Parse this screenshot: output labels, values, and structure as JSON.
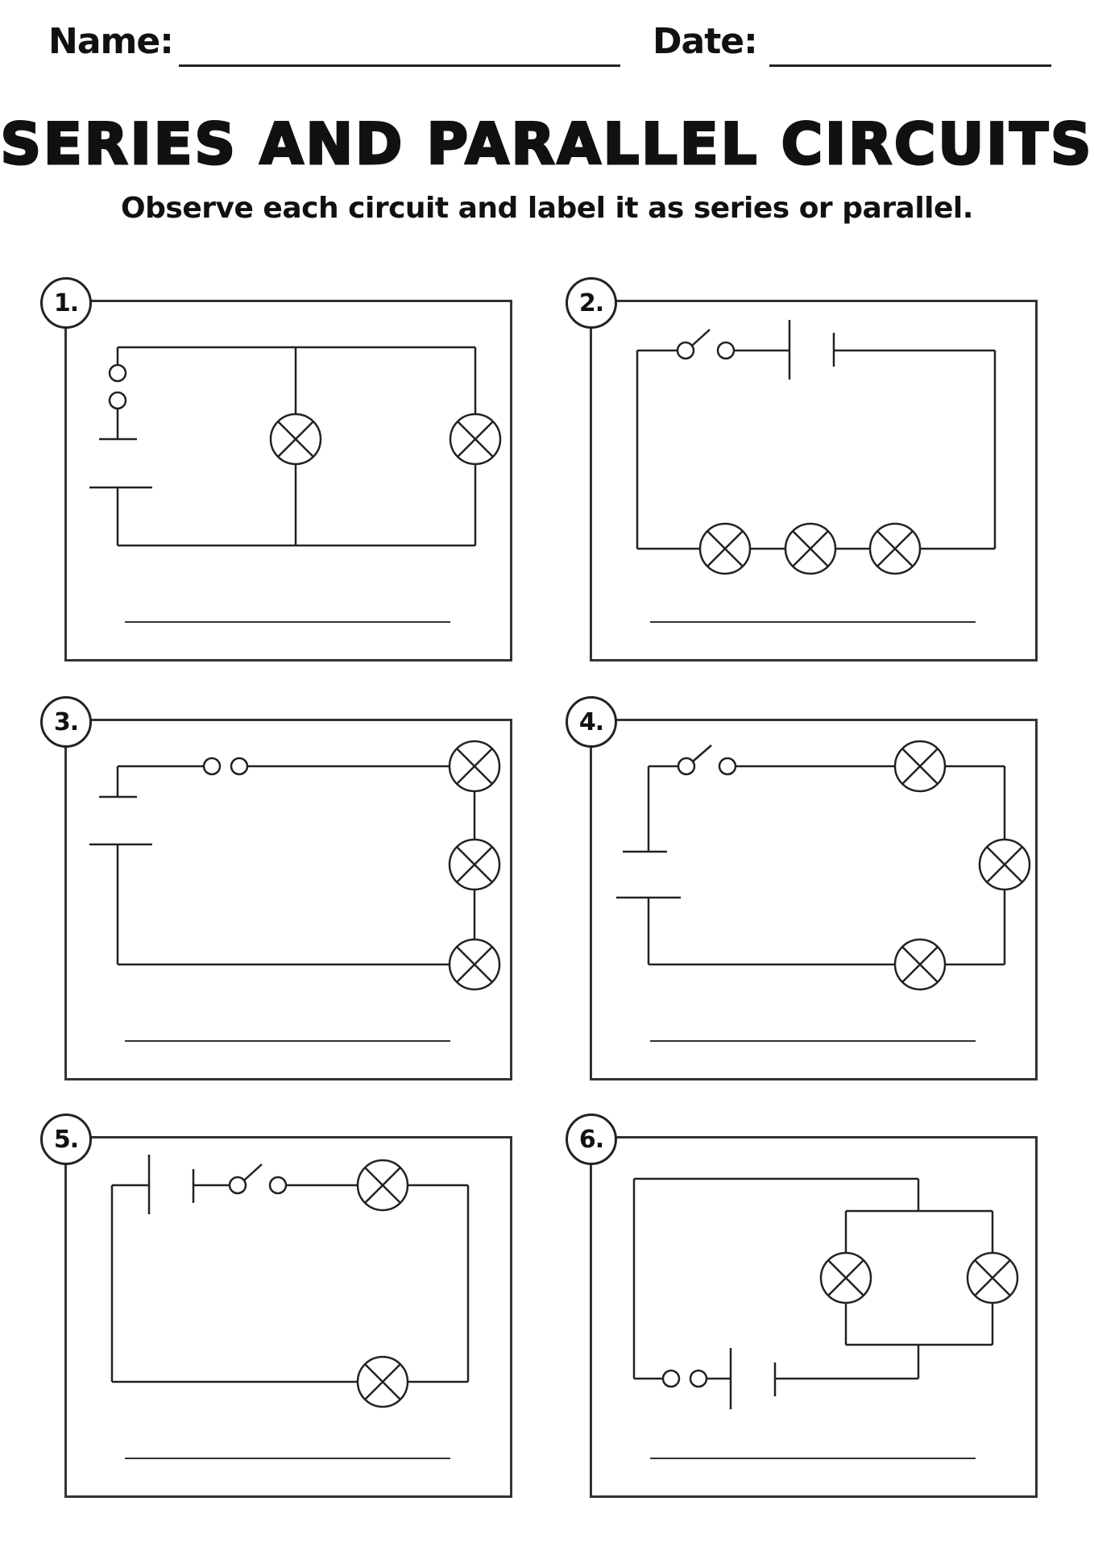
{
  "header": {
    "name_label": "Name:",
    "date_label": "Date:"
  },
  "title": "SERIES AND PARALLEL CIRCUITS",
  "instructions": "Observe each circuit and label it as series or parallel.",
  "circuits": [
    {
      "number": "1.",
      "answer": ""
    },
    {
      "number": "2.",
      "answer": ""
    },
    {
      "number": "3.",
      "answer": ""
    },
    {
      "number": "4.",
      "answer": ""
    },
    {
      "number": "5.",
      "answer": ""
    },
    {
      "number": "6.",
      "answer": ""
    }
  ],
  "colors": {
    "ink": "#111111",
    "background": "#ffffff"
  }
}
